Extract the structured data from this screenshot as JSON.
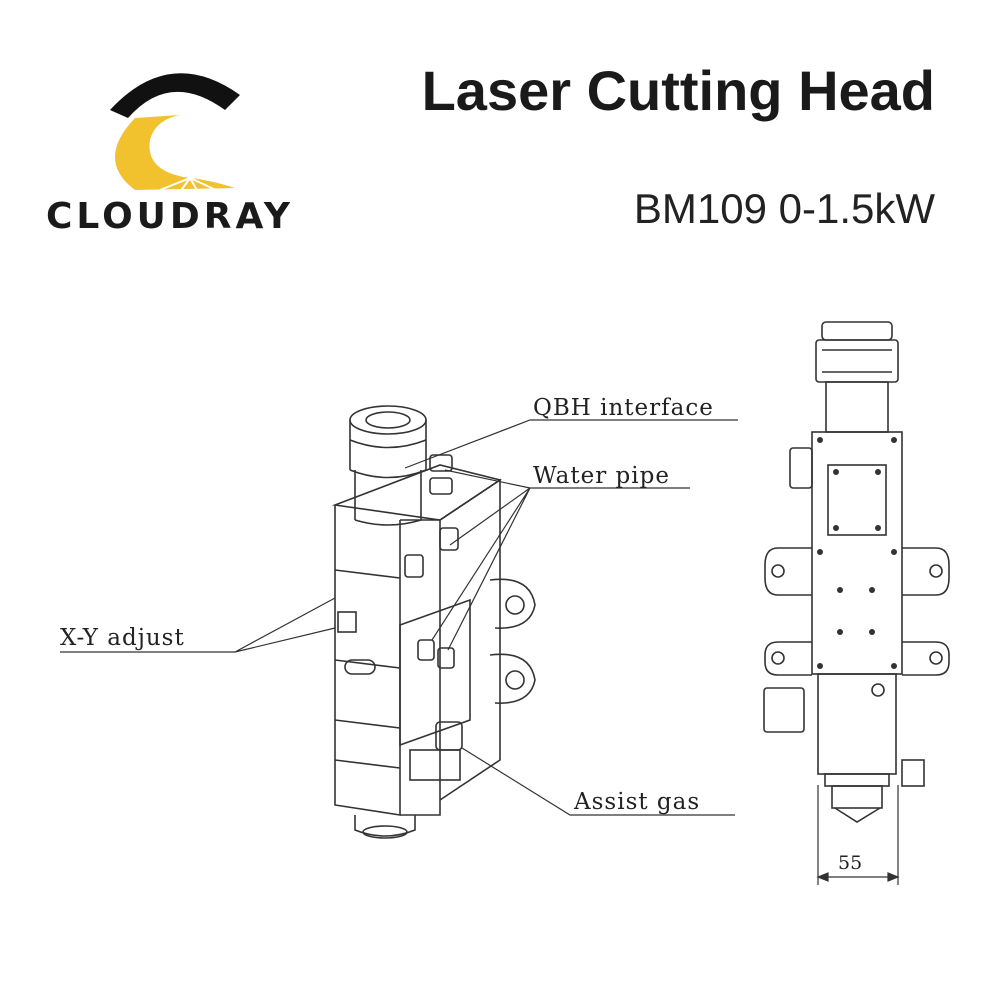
{
  "header": {
    "brand": "CLOUDRAY",
    "title": "Laser Cutting Head",
    "subtitle": "BM109 0-1.5kW"
  },
  "callouts": {
    "qbh": "QBH interface",
    "water": "Water pipe",
    "xy": "X-Y adjust",
    "gas": "Assist gas"
  },
  "dimension": {
    "width_label": "55"
  },
  "colors": {
    "logo_black": "#111111",
    "logo_yellow": "#f2c12e",
    "line": "#333333"
  }
}
